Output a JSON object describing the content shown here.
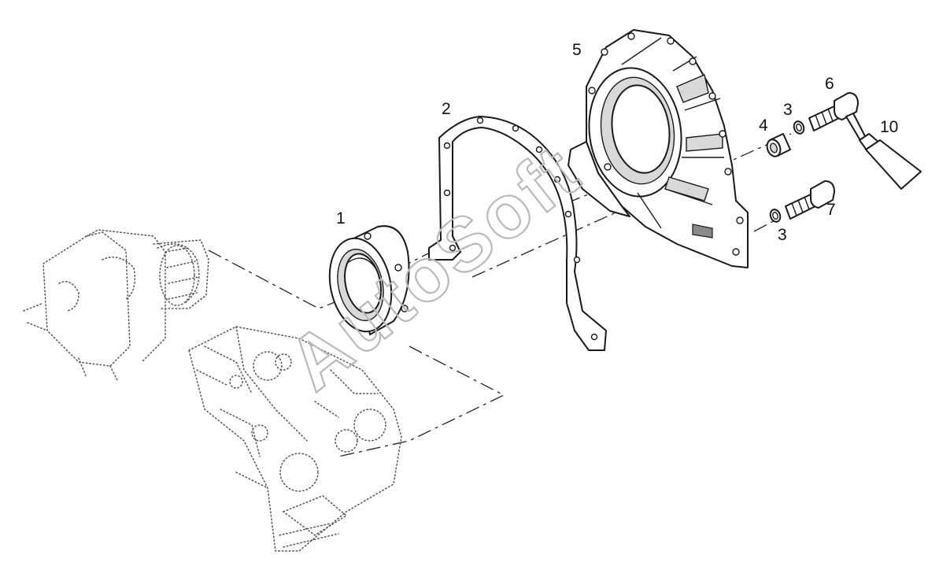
{
  "diagram": {
    "watermark": "AutoSoft",
    "callouts": [
      "1",
      "2",
      "3",
      "4",
      "5",
      "6",
      "3",
      "7",
      "10"
    ]
  }
}
